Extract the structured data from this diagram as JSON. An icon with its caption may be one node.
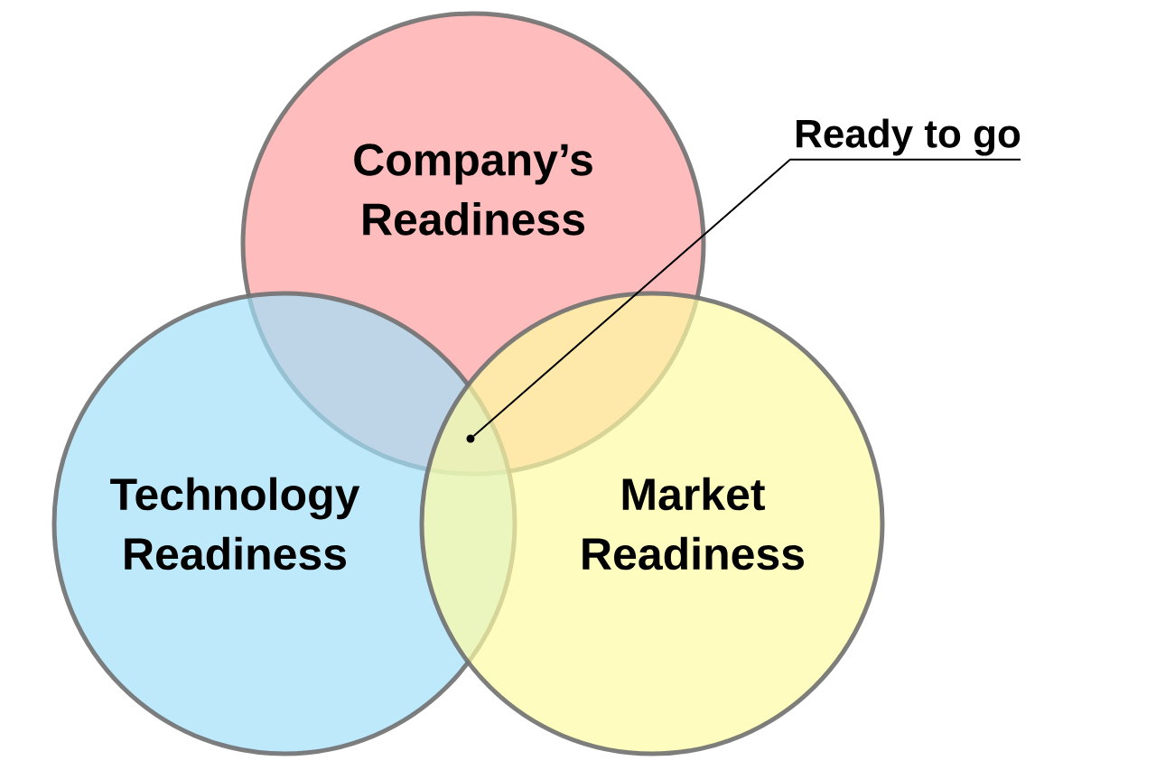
{
  "diagram": {
    "nodes": [
      {
        "text": [
          "Company’s Readiness"
        ]
      },
      {
        "text": [
          "Technology Readiness"
        ]
      },
      {
        "text": [
          "Market Readiness"
        ]
      },
      {
        "text": [
          "Ready to go"
        ]
      },
      {
        "text": [],
        "shape": "circle"
      }
    ],
    "edges": [
      {
        "from": 3,
        "to": 4,
        "arrow": "none"
      }
    ]
  }
}
